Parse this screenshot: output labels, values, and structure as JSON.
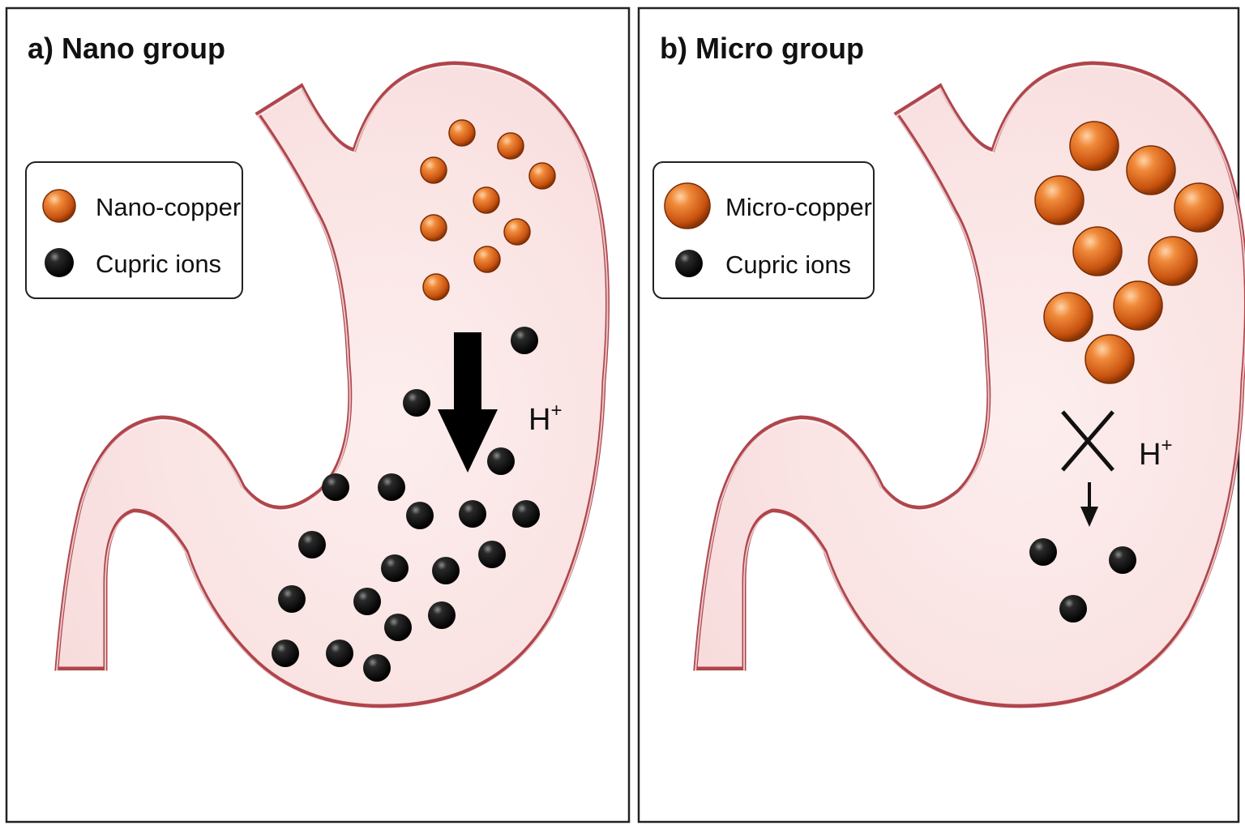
{
  "colors": {
    "copper": "#e0661f",
    "ion": "#111111",
    "stomach_fill": "#fbe3e3",
    "stomach_outline": "#b0454b",
    "panel_border": "#222222"
  },
  "panel_a": {
    "title": "a) Nano group",
    "legend": {
      "particle_label": "Nano-copper",
      "ion_label": "Cupric ions"
    },
    "h_label": "H",
    "h_sup": "+",
    "arrow": "large-down-arrow"
  },
  "panel_b": {
    "title": "b) Micro group",
    "legend": {
      "particle_label": "Micro-copper",
      "ion_label": "Cupric ions"
    },
    "h_label": "H",
    "h_sup": "+",
    "arrow": "small-down-arrow",
    "block_mark": "cross-icon"
  }
}
